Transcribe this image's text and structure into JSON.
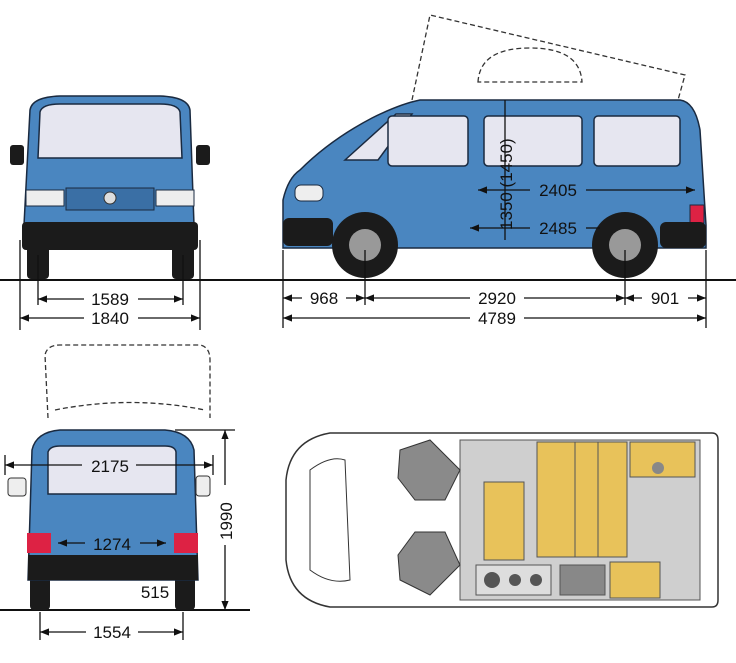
{
  "title": "Camper van dimensions (mm)",
  "colors": {
    "body": "#4a86c0",
    "cushion": "#e8c25a",
    "floor": "#cfcfcf"
  },
  "front_view": {
    "track_front": "1589",
    "width_body": "1840"
  },
  "side_view": {
    "front_overhang": "968",
    "wheelbase": "2920",
    "rear_overhang": "901",
    "overall_length": "4789",
    "interior_height": "1350 (1450)",
    "interior_length_upper": "2405",
    "interior_length_lower": "2485"
  },
  "rear_view": {
    "width_mirrors": "2175",
    "overall_height": "1990",
    "rear_door_width": "1274",
    "loading_height": "515",
    "track_rear": "1554"
  }
}
